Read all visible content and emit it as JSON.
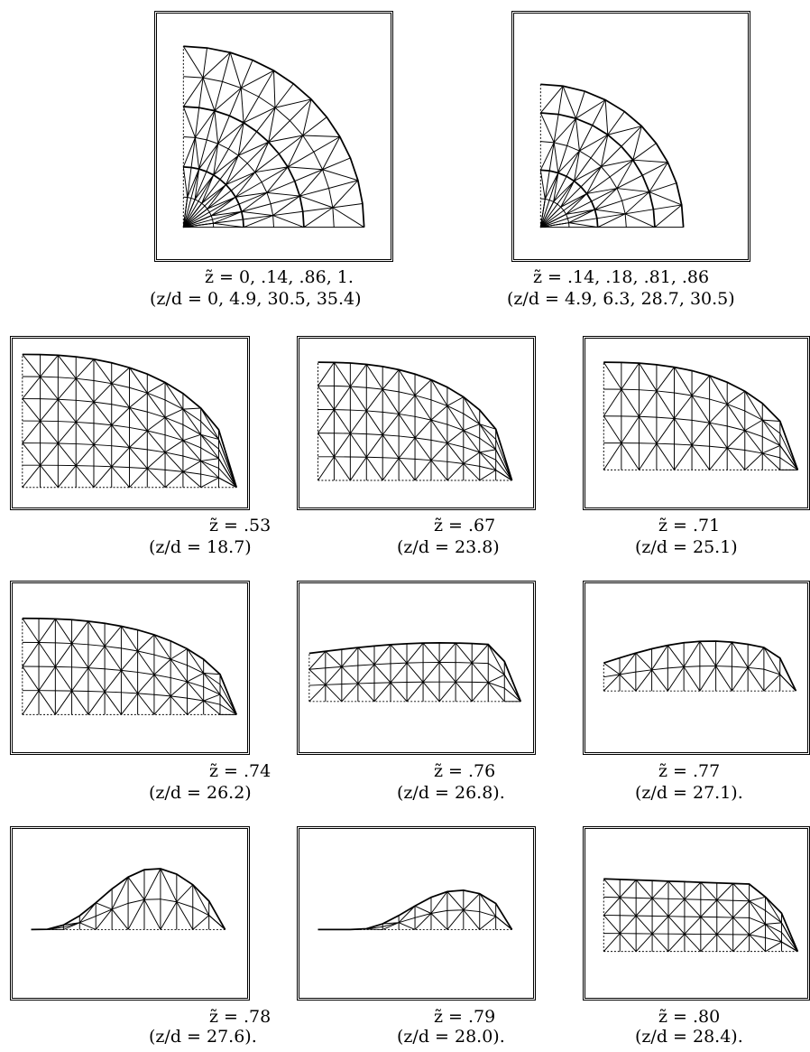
{
  "panels": [
    {
      "id": "p1",
      "ztilde": "z̃ = 0,  .14,  .86,  1.",
      "zd": "(z/d = 0,  4.9,  30.5,  35.4)",
      "shape": "quarter"
    },
    {
      "id": "p2",
      "ztilde": "z̃ = .14,  .18,  .81,  .86",
      "zd": "(z/d = 4.9,  6.3,  28.7,  30.5)",
      "shape": "quarter-small"
    },
    {
      "id": "p3",
      "ztilde": "z̃ = .53",
      "zd": "(z/d = 18.7)",
      "shape": "ellipse"
    },
    {
      "id": "p4",
      "ztilde": "z̃ = .67",
      "zd": "(z/d = 23.8)",
      "shape": "ellipse"
    },
    {
      "id": "p5",
      "ztilde": "z̃ = .71",
      "zd": "(z/d = 25.1)",
      "shape": "ellipse"
    },
    {
      "id": "p6",
      "ztilde": "z̃ = .74",
      "zd": "(z/d = 26.2)",
      "shape": "ellipse"
    },
    {
      "id": "p7",
      "ztilde": "z̃ = .76",
      "zd": "(z/d = 26.8).",
      "shape": "flat"
    },
    {
      "id": "p8",
      "ztilde": "z̃ = .77",
      "zd": "(z/d = 27.1).",
      "shape": "wave"
    },
    {
      "id": "p9",
      "ztilde": "z̃ = .78",
      "zd": "(z/d = 27.6).",
      "shape": "drop"
    },
    {
      "id": "p10",
      "ztilde": "z̃ = .79",
      "zd": "(z/d = 28.0).",
      "shape": "drop"
    },
    {
      "id": "p11",
      "ztilde": "z̃ = .80",
      "zd": "(z/d = 28.4).",
      "shape": "ellipse"
    }
  ]
}
